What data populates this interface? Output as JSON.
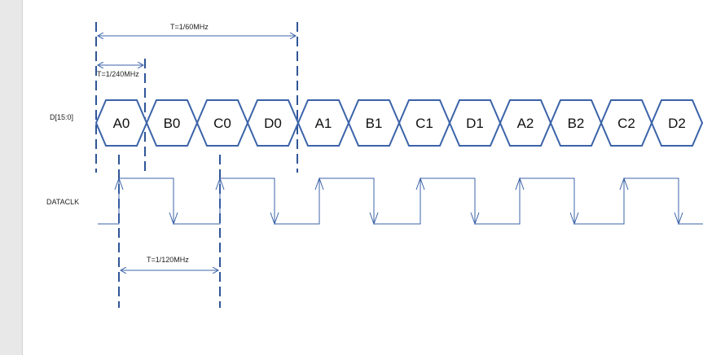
{
  "signals": {
    "data_bus": "D[15:0]",
    "clock": "DATACLK"
  },
  "bus_words": [
    "A0",
    "B0",
    "C0",
    "D0",
    "A1",
    "B1",
    "C1",
    "D1",
    "A2",
    "B2",
    "C2",
    "D2"
  ],
  "timing": {
    "period_60": "T=1/60MHz",
    "period_240": "T=1/240MHz",
    "period_120": "T=1/120MHz"
  },
  "colors": {
    "line": "#3b63a8",
    "dashed": "#2f5597",
    "gutter": "#e8e8e8"
  }
}
